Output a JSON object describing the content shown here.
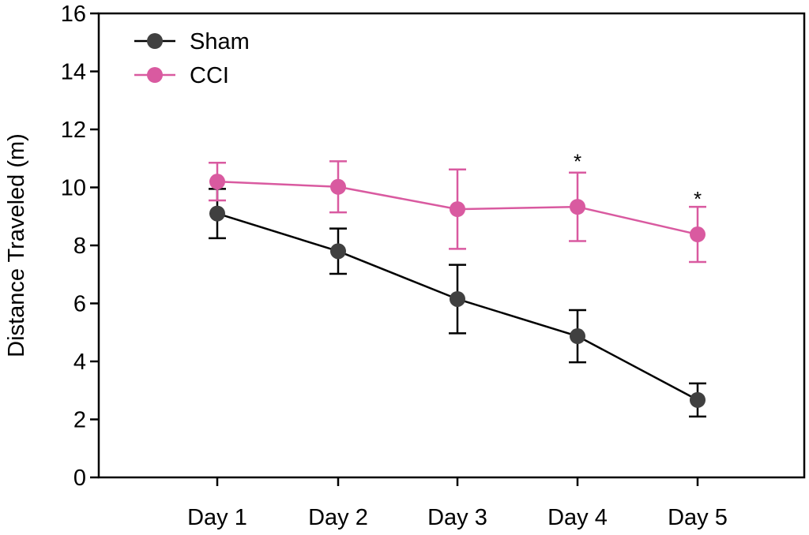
{
  "chart_data": {
    "type": "line",
    "title": "",
    "xlabel": "",
    "ylabel": "Distance Traveled (m)",
    "categories": [
      "Day 1",
      "Day 2",
      "Day 3",
      "Day 4",
      "Day 5"
    ],
    "ylim": [
      0,
      16
    ],
    "yticks": [
      "0",
      "2",
      "4",
      "6",
      "8",
      "10",
      "12",
      "14",
      "16"
    ],
    "grid": false,
    "legend_position": "top-left",
    "series": [
      {
        "name": "Sham",
        "color": "#404040",
        "line_color": "#000000",
        "values": [
          9.1,
          7.8,
          6.15,
          4.87,
          2.67
        ],
        "error": [
          0.85,
          0.78,
          1.18,
          0.9,
          0.57
        ]
      },
      {
        "name": "CCI",
        "color": "#d95aa0",
        "line_color": "#d95aa0",
        "values": [
          10.2,
          10.02,
          9.25,
          9.33,
          8.38
        ],
        "error": [
          0.65,
          0.88,
          1.37,
          1.18,
          0.95
        ]
      }
    ],
    "annotations": [
      {
        "category": "Day 4",
        "text": "*",
        "value": 11.2
      },
      {
        "category": "Day 5",
        "text": "*",
        "value": 9.9
      }
    ]
  }
}
